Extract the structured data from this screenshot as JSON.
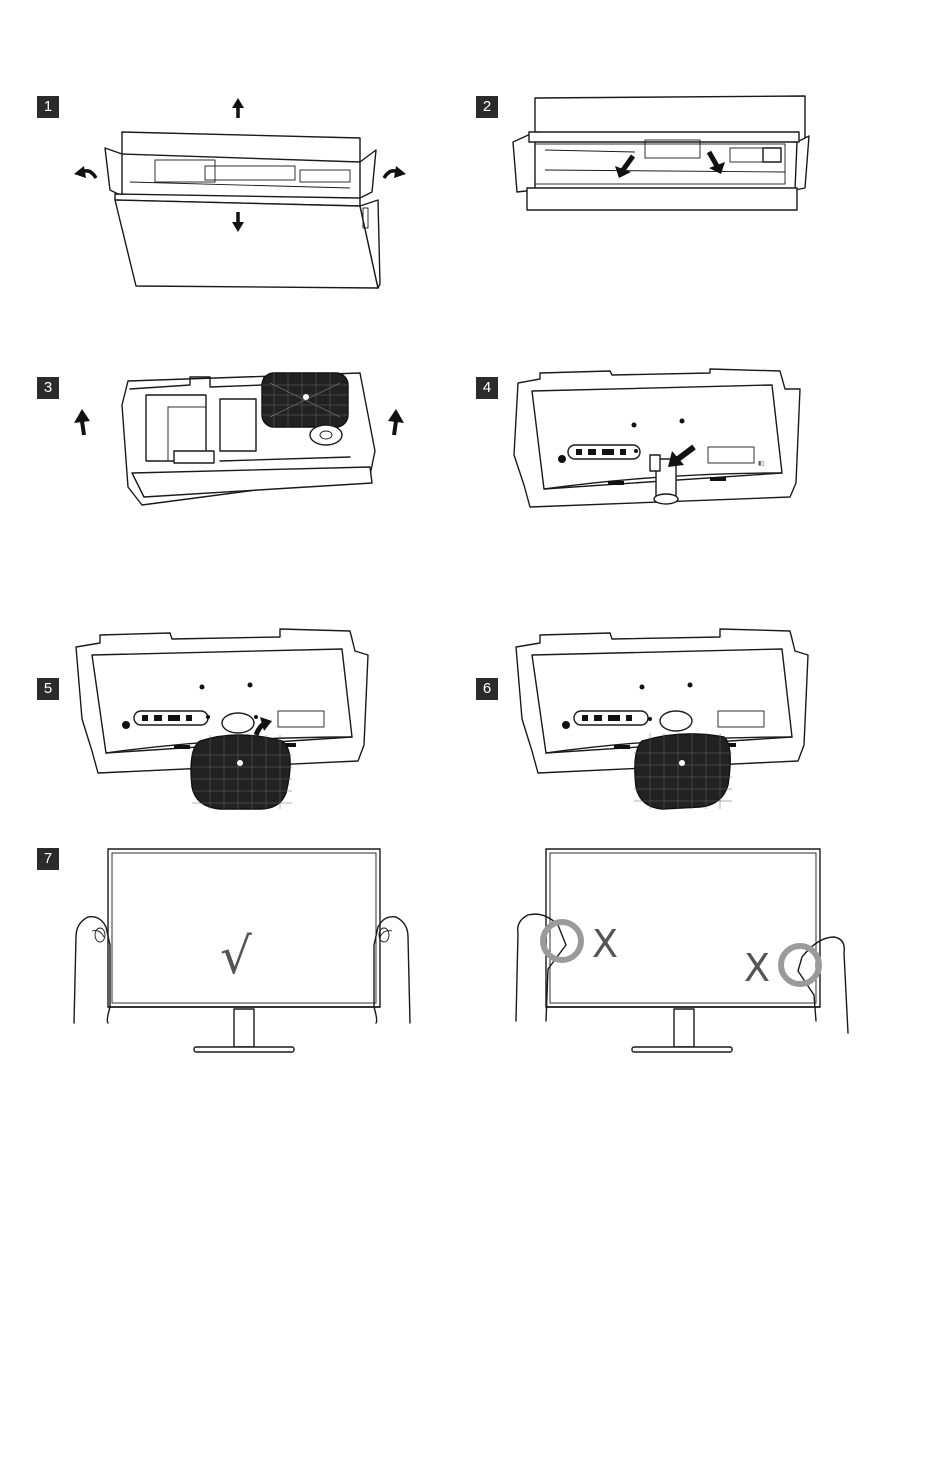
{
  "steps": [
    {
      "id": "1",
      "label": "1"
    },
    {
      "id": "2",
      "label": "2"
    },
    {
      "id": "3",
      "label": "3"
    },
    {
      "id": "4",
      "label": "4"
    },
    {
      "id": "5",
      "label": "5"
    },
    {
      "id": "6",
      "label": "6"
    },
    {
      "id": "7",
      "label": "7"
    }
  ],
  "marks": {
    "correct": "√",
    "wrong_left": "X",
    "wrong_right": "X"
  },
  "colors": {
    "ink": "#1a1a1a",
    "badge": "#2b2b2b",
    "grip_circle": "#9a9a9a"
  }
}
